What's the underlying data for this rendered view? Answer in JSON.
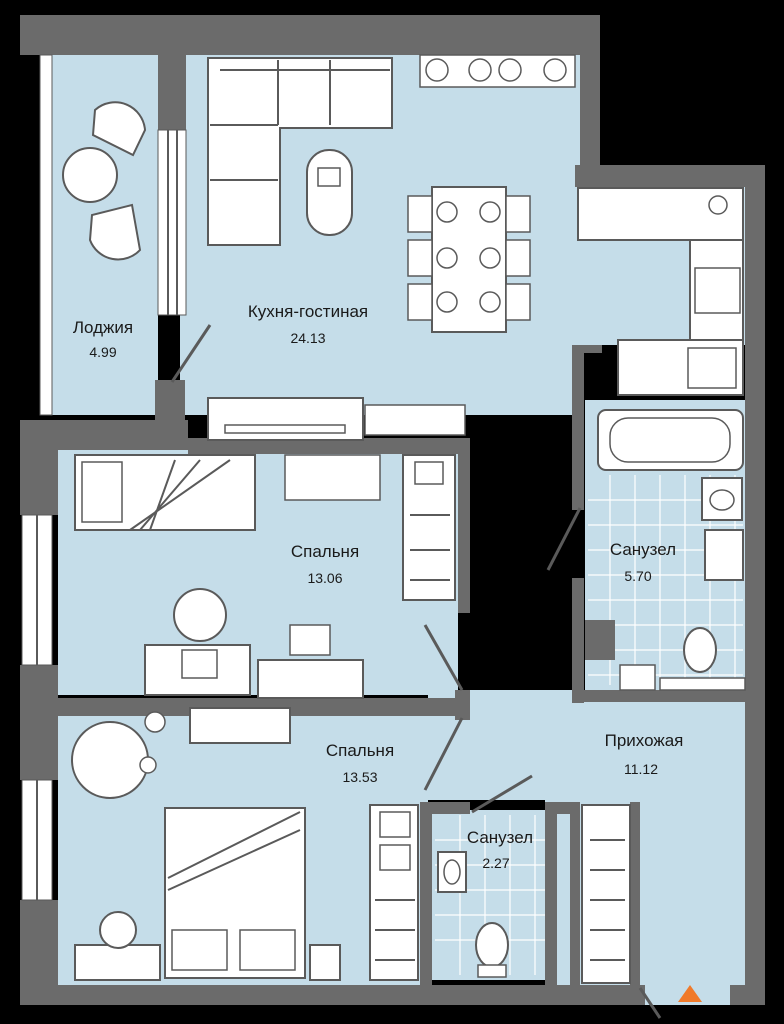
{
  "rooms": [
    {
      "id": "loggia",
      "label": "Лоджия",
      "area": "4.99"
    },
    {
      "id": "kitchen",
      "label": "Кухня-гостиная",
      "area": "24.13"
    },
    {
      "id": "bedroom1",
      "label": "Спальня",
      "area": "13.06"
    },
    {
      "id": "bath1",
      "label": "Санузел",
      "area": "5.70"
    },
    {
      "id": "bedroom2",
      "label": "Спальня",
      "area": "13.53"
    },
    {
      "id": "hall",
      "label": "Прихожая",
      "area": "11.12"
    },
    {
      "id": "bath2",
      "label": "Санузел",
      "area": "2.27"
    }
  ],
  "colors": {
    "floor": "#c5dde9",
    "wall": "#6b6b6b",
    "background": "#000000",
    "entrance_marker": "#f07a2a"
  },
  "icons": {
    "entrance": "entrance-triangle-icon"
  }
}
